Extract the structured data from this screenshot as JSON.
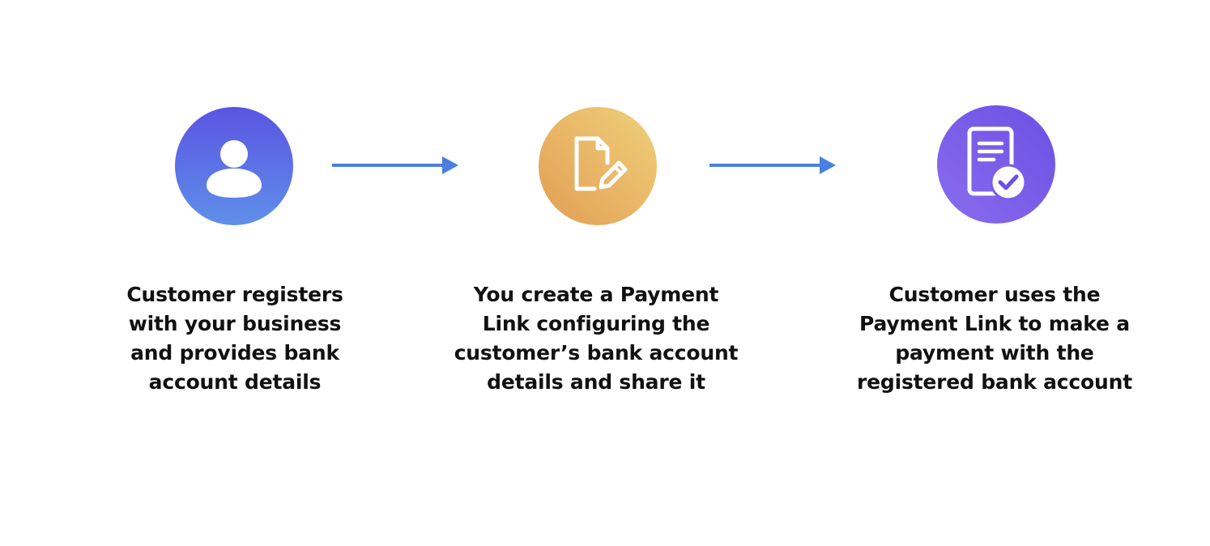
{
  "steps": [
    {
      "icon": "user-icon",
      "color_top": "#5a55e2",
      "color_bottom": "#5f8fe9",
      "lines": [
        "Customer registers",
        "with your business",
        "and provides bank",
        "account details"
      ]
    },
    {
      "icon": "document-edit-icon",
      "color_top": "#efd07a",
      "color_bottom": "#e29e55",
      "lines": [
        "You create a Payment",
        "Link configuring the",
        "customer’s bank account",
        "details and share it"
      ]
    },
    {
      "icon": "document-check-icon",
      "color_top": "#6b4fe3",
      "color_bottom": "#8a6dee",
      "lines": [
        "Customer uses the",
        "Payment Link to make a",
        "payment with the",
        "registered bank account"
      ]
    }
  ],
  "arrow_color": "#4a7fe0"
}
